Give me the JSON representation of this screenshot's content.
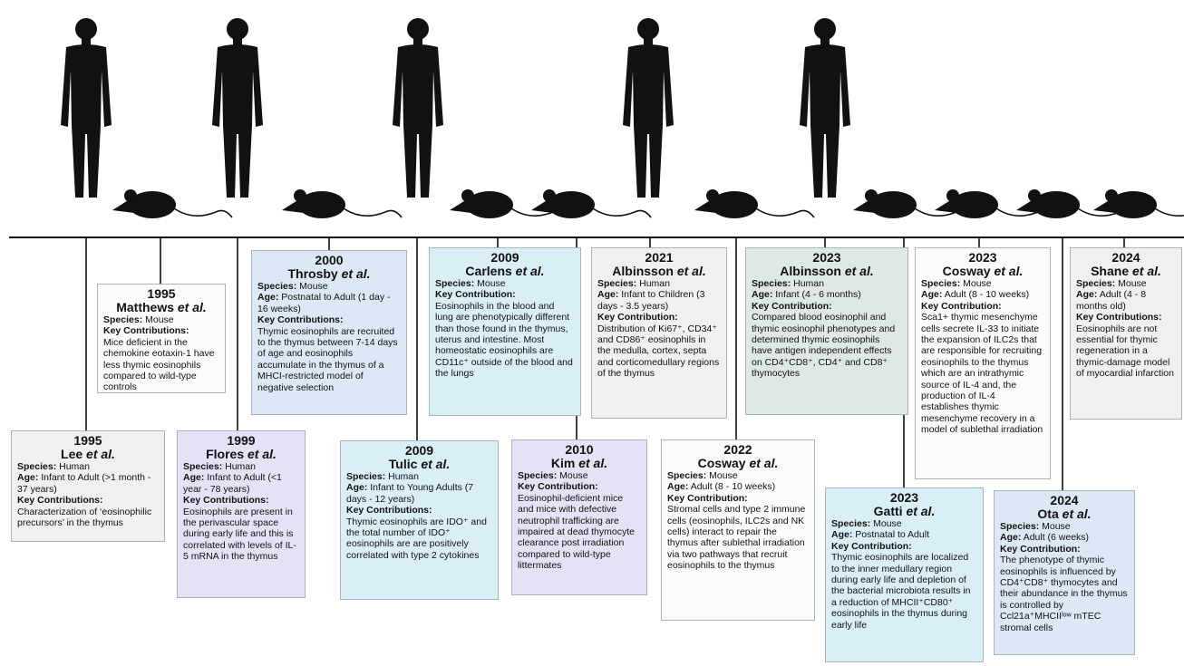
{
  "colors": {
    "grey": "#eef1ef",
    "greyDark": "#dfe8e2",
    "blue": "#dce8f5",
    "cyan": "#d9eef7",
    "purple": "#e4e2f6",
    "white": "#fbfbfb",
    "line": "#111111"
  },
  "entries": [
    {
      "year": "1995",
      "author": "Matthews",
      "species_label": "Species:",
      "species": "Mouse",
      "contrib_label": "Key Contributions:",
      "contrib": "Mice deficient in the chemokine eotaxin-1 have less thymic eosinophils compared to wild-type controls"
    },
    {
      "year": "1995",
      "author": "Lee",
      "species_label": "Species:",
      "species": "Human",
      "age_label": "Age:",
      "age": "Infant to Adult (>1 month - 37 years)",
      "contrib_label": "Key Contributions:",
      "contrib": "Characterization of ‘eosinophilic precursors’ in the thymus"
    },
    {
      "year": "1999",
      "author": "Flores",
      "species_label": "Species:",
      "species": "Human",
      "age_label": "Age:",
      "age": "Infant to Adult (<1 year - 78 years)",
      "contrib_label": "Key Contributions:",
      "contrib": "Eosinophils are present in the perivascular space during early life and this is correlated with levels of IL-5 mRNA in the thymus"
    },
    {
      "year": "2000",
      "author": "Throsby",
      "species_label": "Species:",
      "species": "Mouse",
      "age_label": "Age:",
      "age": "Postnatal to Adult (1 day - 16 weeks)",
      "contrib_label": "Key Contributions:",
      "contrib": "Thymic eosinophils are recruited to the thymus between 7-14 days of age and eosinophils accumulate in the thymus of a MHCI-restricted model of negative selection"
    },
    {
      "year": "2009",
      "author": "Tulic",
      "species_label": "Species:",
      "species": "Human",
      "age_label": "Age:",
      "age": "Infant to Young Adults (7 days - 12 years)",
      "contrib_label": "Key Contributions:",
      "contrib": "Thymic eosinophils are IDO⁺ and the total number of IDO⁺ eosinophils are are positively correlated with type 2 cytokines"
    },
    {
      "year": "2009",
      "author": "Carlens",
      "species_label": "Species:",
      "species": "Mouse",
      "contrib_label": "Key Contribution:",
      "contrib": "Eosinophils in the blood and lung are phenotypically different than those found in the thymus, uterus and intestine. Most homeostatic eosinophils are CD11c⁺ outside of the blood and the lungs"
    },
    {
      "year": "2010",
      "author": "Kim",
      "species_label": "Species:",
      "species": "Mouse",
      "contrib_label": "Key Contribution:",
      "contrib": "Eosinophil-deficient mice and mice with defective neutrophil trafficking are impaired at dead thymocyte clearance post irradiation compared to wild-type littermates"
    },
    {
      "year": "2021",
      "author": "Albinsson",
      "species_label": "Species:",
      "species": "Human",
      "age_label": "Age:",
      "age": "Infant to Children (3 days - 3.5 years)",
      "contrib_label": "Key Contribution:",
      "contrib": "Distribution of Ki67⁺, CD34⁺ and CD86⁺ eosinophils in the medulla, cortex, septa and corticomedullary regions of the thymus"
    },
    {
      "year": "2022",
      "author": "Cosway",
      "species_label": "Species:",
      "species": "Mouse",
      "age_label": "Age:",
      "age": "Adult (8 - 10 weeks)",
      "contrib_label": "Key Contribution:",
      "contrib": "Stromal cells and type 2 immune cells (eosinophils, ILC2s and NK cells) interact to repair the thymus after sublethal irradiation via two pathways that recruit eosinophils to the thymus"
    },
    {
      "year": "2023",
      "author": "Albinsson",
      "species_label": "Species:",
      "species": "Human",
      "age_label": "Age:",
      "age": "Infant (4 - 6 months)",
      "contrib_label": "Key Contribution:",
      "contrib": "Compared blood eosinophil and thymic eosinophil phenotypes and determined thymic eosinophils have antigen independent effects on CD4⁺CD8⁺, CD4⁺ and CD8⁺ thymocytes"
    },
    {
      "year": "2023",
      "author": "Gatti",
      "species_label": "Species:",
      "species": "Mouse",
      "age_label": "Age:",
      "age": "Postnatal to Adult",
      "contrib_label": "Key Contribution:",
      "contrib": "Thymic eosinophils are localized to the inner medullary region during early life and depletion of the bacterial microbiota results in a reduction of MHCII⁺CD80⁺ eosinophils in the thymus during early life"
    },
    {
      "year": "2023",
      "author": "Cosway",
      "species_label": "Species:",
      "species": "Mouse",
      "age_label": "Age:",
      "age": "Adult (8 - 10 weeks)",
      "contrib_label": "Key Contribution:",
      "contrib": "Sca1+ thymic mesenchyme cells secrete IL-33 to initiate the expansion of ILC2s that are responsible for recruiting eosinophils to the thymus which are an intrathymic source of IL-4 and, the production of IL-4 establishes thymic mesenchyme recovery in a model of sublethal irradiation"
    },
    {
      "year": "2024",
      "author": "Ota",
      "species_label": "Species:",
      "species": "Mouse",
      "age_label": "Age:",
      "age": "Adult (6 weeks)",
      "contrib_label": "Key Contribution:",
      "contrib": "The phenotype of thymic eosinophils is influenced by CD4⁺CD8⁺ thymocytes and their abundance in the thymus is controlled by Ccl21a⁺MHCIIˡᵒʷ mTEC stromal cells"
    },
    {
      "year": "2024",
      "author": "Shane",
      "species_label": "Species:",
      "species": "Mouse",
      "age_label": "Age:",
      "age": "Adult (4 - 8 months old)",
      "contrib_label": "Key Contributions:",
      "contrib": "Eosinophils are not essential for thymic regeneration in a thymic-damage model of myocardial infarction"
    }
  ],
  "etal": "et al."
}
